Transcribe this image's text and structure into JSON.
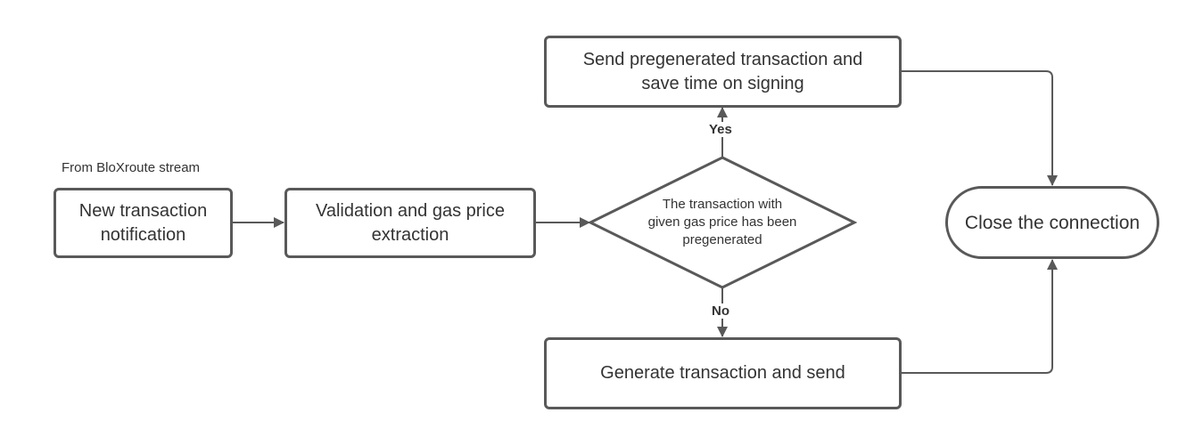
{
  "source_label": "From BloXroute stream",
  "nodes": {
    "new_tx": "New transaction\nnotification",
    "validation": "Validation and gas price\nextraction",
    "decision": "The transaction with\ngiven gas price has been\npregenerated",
    "send_pregen": "Send pregenerated transaction and\nsave time on signing",
    "generate": "Generate transaction and send",
    "close": "Close the connection"
  },
  "edges": {
    "yes_label": "Yes",
    "no_label": "No"
  }
}
